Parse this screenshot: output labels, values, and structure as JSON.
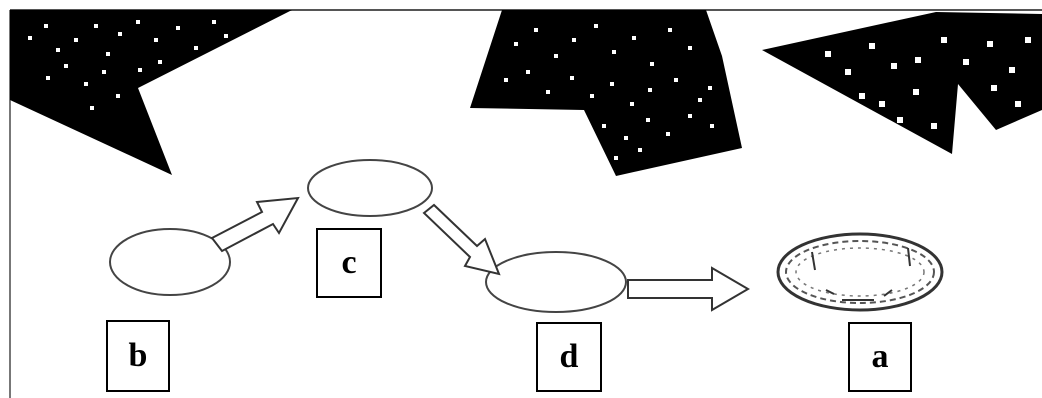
{
  "colors": {
    "background": "#ffffff",
    "ink": "#000000",
    "star": "#ffffff"
  },
  "diagram": {
    "labels": {
      "a": "a",
      "b": "b",
      "c": "c",
      "d": "d"
    },
    "stages": [
      "b",
      "c",
      "d",
      "a"
    ],
    "arrows": [
      {
        "from": "b",
        "to": "c"
      },
      {
        "from": "c",
        "to": "d"
      },
      {
        "from": "d",
        "to": "a"
      }
    ],
    "star_regions": [
      "top-left",
      "top-center",
      "top-right"
    ]
  }
}
